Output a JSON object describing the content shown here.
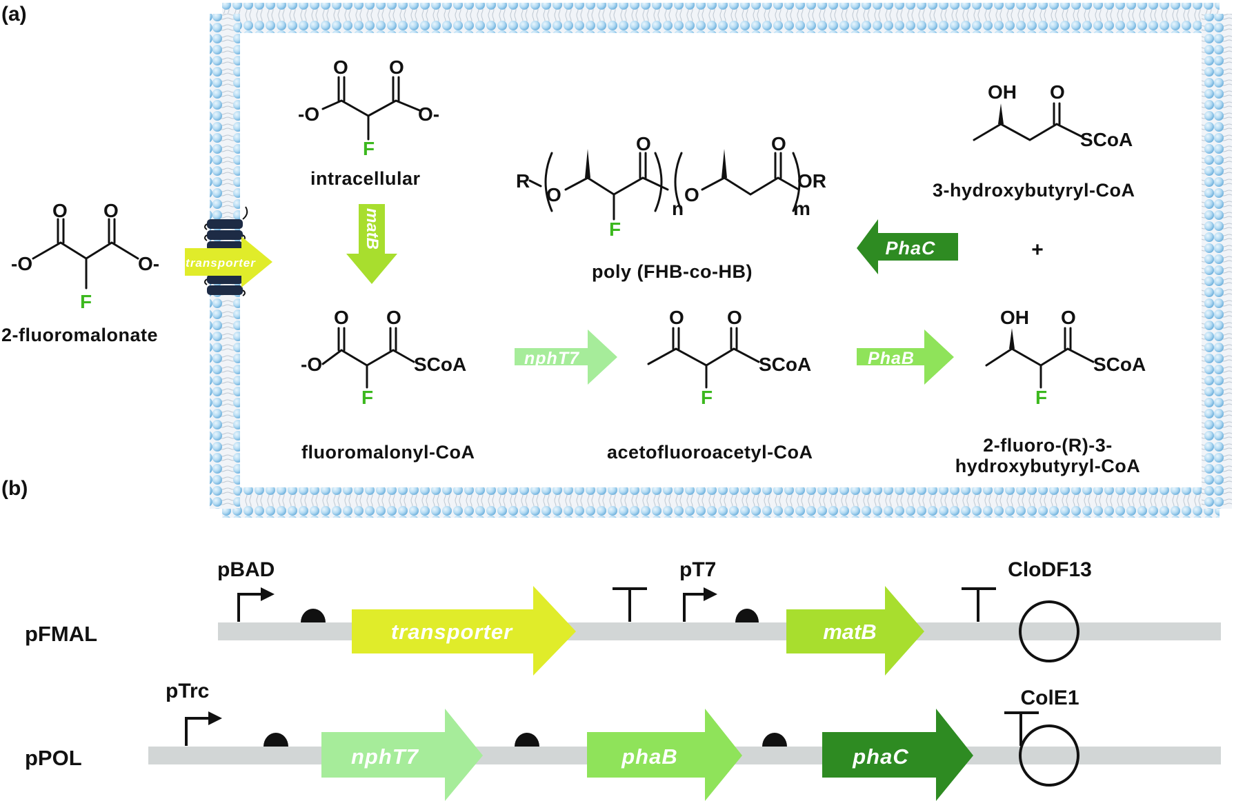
{
  "panels": {
    "a": "(a)",
    "b": "(b)"
  },
  "colors": {
    "membrane_head": "#a9d3ee",
    "membrane_head_dark": "#6fb0dc",
    "transporter_protein": "#1d2b45",
    "fluorine": "#3cb81e",
    "transporter_arrow": "#e0ec2a",
    "matB": "#a8de2e",
    "nphT7": "#a6ec9a",
    "phaB": "#8fe35a",
    "phaC": "#2e8b22",
    "backbone": "#d2d6d6"
  },
  "pathway": {
    "substrate_outside": {
      "name": "2-fluoromalonate",
      "atoms": {
        "o_top_left": "O",
        "o_top_right": "O",
        "o_left": "-O",
        "o_right": "O-",
        "f": "F"
      }
    },
    "substrate_inside": {
      "name": "intracellular",
      "atoms": {
        "o_top_left": "O",
        "o_top_right": "O",
        "o_left": "-O",
        "o_right": "O-",
        "f": "F"
      }
    },
    "fluoromalonyl_coa": {
      "name": "fluoromalonyl-CoA",
      "atoms": {
        "o_top_left": "O",
        "o_top_right": "O",
        "o_left": "-O",
        "scoa": "SCoA",
        "f": "F"
      }
    },
    "acetofluoroacetyl_coa": {
      "name": "acetofluoroacetyl-CoA",
      "atoms": {
        "o_top_left": "O",
        "o_top_right": "O",
        "scoa": "SCoA",
        "f": "F"
      }
    },
    "fluoro_hydroxybutyryl_coa": {
      "name_line1": "2-fluoro-(R)-3-",
      "name_line2": "hydroxybutyryl-CoA",
      "atoms": {
        "oh": "OH",
        "o": "O",
        "scoa": "SCoA",
        "f": "F"
      }
    },
    "hydroxybutyryl_coa": {
      "name": "3-hydroxybutyryl-CoA",
      "atoms": {
        "oh": "OH",
        "o": "O",
        "scoa": "SCoA"
      }
    },
    "polymer": {
      "name": "poly (FHB-co-HB)",
      "atoms": {
        "r_left": "R",
        "o1": "O",
        "o_carbonyl1": "O",
        "n": "n",
        "o2": "O",
        "o_carbonyl2": "O",
        "m": "m",
        "or": "OR",
        "f": "F"
      }
    },
    "plus": "+",
    "enzymes": {
      "transporter": "transporter",
      "matB": "matB",
      "nphT7": "nphT7",
      "phaB": "PhaB",
      "phaC": "PhaC"
    }
  },
  "constructs": [
    {
      "plasmid": "pFMAL",
      "promoters": [
        "pBAD",
        "pT7"
      ],
      "genes": [
        "transporter",
        "matB"
      ],
      "origin": "CloDF13"
    },
    {
      "plasmid": "pPOL",
      "promoters": [
        "pTrc"
      ],
      "genes": [
        "nphT7",
        "phaB",
        "phaC"
      ],
      "origin": "ColE1"
    }
  ]
}
